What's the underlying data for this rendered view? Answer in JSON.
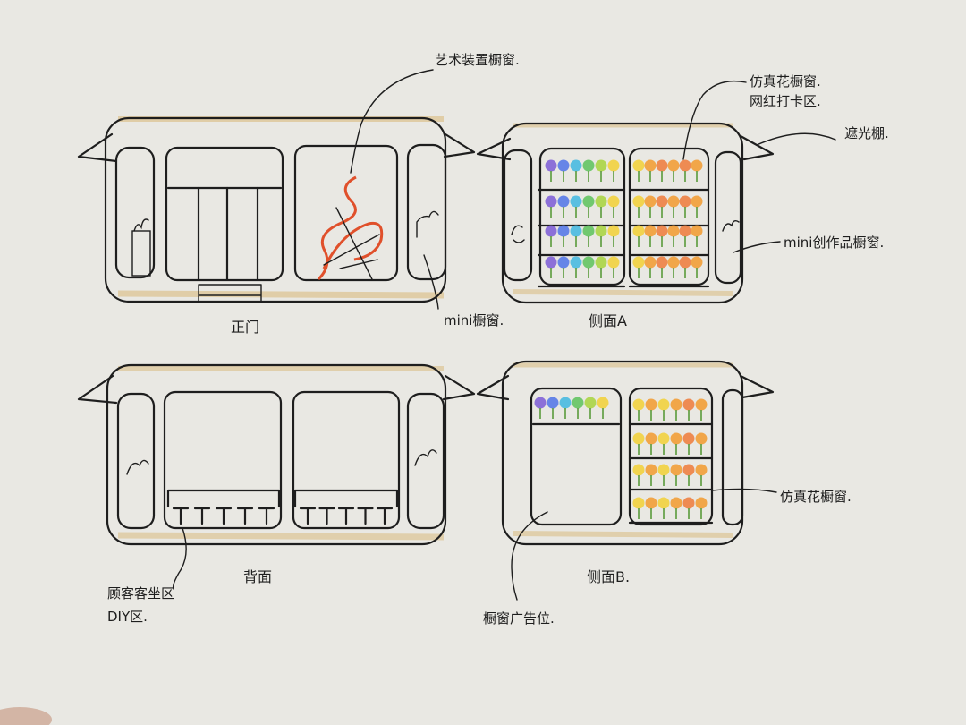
{
  "colors": {
    "paper": "#e9e8e3",
    "ink": "#1e1e1e",
    "ochre": "#d9b877",
    "orange_flame": "#e0502b",
    "flower_palette": [
      "#7b5bd6",
      "#4f73e8",
      "#3fb7e0",
      "#5cc25a",
      "#a7d43c",
      "#f2d035",
      "#f29a2e",
      "#ef7a3a"
    ]
  },
  "views": {
    "front": {
      "caption": "正门",
      "labels": {
        "art_window": "艺术装置橱窗.",
        "mini_window": "mini橱窗."
      }
    },
    "side_a": {
      "caption": "侧面A",
      "labels": {
        "flower_window": "仿真花橱窗.",
        "checkin": "网红打卡区.",
        "awning": "遮光棚.",
        "mini_works": "mini创作品橱窗."
      }
    },
    "back": {
      "caption": "背面",
      "labels": {
        "customer_area": "顾客客坐区",
        "diy_area": "DIY区."
      }
    },
    "side_b": {
      "caption": "侧面B.",
      "labels": {
        "flower_window": "仿真花橱窗.",
        "ad_window": "橱窗广告位."
      }
    }
  }
}
